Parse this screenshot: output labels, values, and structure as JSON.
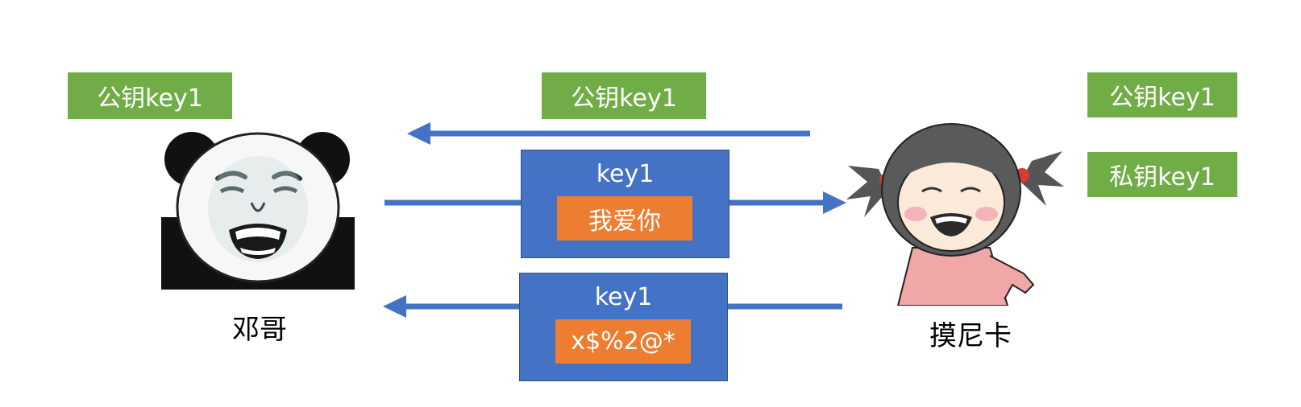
{
  "labels": {
    "left_public_key": "公钥key1",
    "middle_public_key": "公钥key1",
    "right_public_key": "公钥key1",
    "right_private_key": "私钥key1"
  },
  "messages": [
    {
      "key": "key1",
      "content": "我爱你"
    },
    {
      "key": "key1",
      "content": "x$%2@*"
    }
  ],
  "people": {
    "left": "邓哥",
    "right": "摸尼卡"
  },
  "colors": {
    "key_tag": "#70ad47",
    "message_box": "#4472c4",
    "message_content": "#ed7d31",
    "arrow": "#4472c4"
  }
}
